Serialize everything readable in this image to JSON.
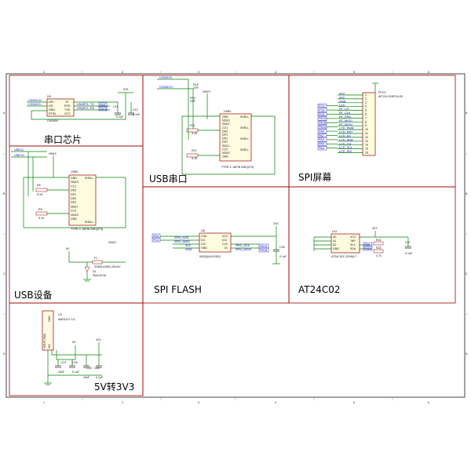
{
  "sections": {
    "serial": "串口芯片",
    "usb_serial": "USB串口",
    "spi_screen": "SPI屏幕",
    "usb_device": "USB设备",
    "spi_flash": "SPI FLASH",
    "at24c02": "AT24C02",
    "power": "5V转3V3"
  },
  "border_marks": {
    "cols": [
      "1",
      "2",
      "3",
      "4",
      "5",
      "6"
    ],
    "rows": [
      "A",
      "B",
      "C",
      "D"
    ]
  },
  "serial_chip": {
    "ref": "U5",
    "part": "CH340N",
    "left_pins": [
      "CH340 D+",
      "CH340 D-",
      "",
      ""
    ],
    "left_pin_names": [
      "UD+",
      "UD-",
      "GND",
      "RTS#"
    ],
    "right_pin_names": [
      "V3",
      "RXD",
      "TXD",
      "VCC"
    ],
    "net_labels": [
      "USART1_TX",
      "USART1_RX"
    ],
    "pins": [
      "PA9",
      "PA10"
    ],
    "cap_ref": "C12",
    "cap_val": "0.1uF",
    "cap2_ref": "C11",
    "power": "3V3"
  },
  "usb_serial": {
    "nets_top": [
      "CH340 D-",
      "CH340 D+"
    ],
    "ref": "USB3",
    "part": "TYPE-C 16PIN 2MD(073)",
    "r_ref1": "R18",
    "r_val1": "22R",
    "r_ref2": "R19",
    "r_val2": "22R",
    "r11": "R11",
    "r11_val": "5.1K",
    "r12": "R12",
    "r12_val": "5.1K",
    "vbus": "VBUS",
    "pin_names": [
      "GND",
      "VBUS",
      "SBU2",
      "CC1",
      "DN2",
      "DP1",
      "DN1",
      "DP2",
      "SBU1",
      "CC2",
      "VBUS",
      "GND"
    ],
    "shell": [
      "SHELL",
      "SHELL",
      "SHELL",
      "SHELL"
    ]
  },
  "spi_screen": {
    "ref": "FPC3",
    "part": "AFC01-S16FCA-00",
    "pin_labels": [
      "3V3",
      "3V3",
      "GND",
      "LED",
      "RT_CS",
      "RT_CLK",
      "RT_PEN",
      "RT_MISO",
      "RT_MOSI",
      "LCD_PWR",
      "LCD_RST",
      "LCD_DC",
      "LCD_SDA",
      "LCD_CS",
      "LCD_SCL",
      "LCD_SDI"
    ],
    "ports": [
      "PC9",
      "PC8",
      "PC6",
      "PB13",
      "PB15",
      "PB14",
      "PA8",
      "PA7",
      "PA6",
      "PA5",
      "PA4"
    ],
    "pin_numbers": [
      "1",
      "2",
      "3",
      "4",
      "5",
      "6",
      "7",
      "8",
      "9",
      "10",
      "11",
      "12",
      "13",
      "14",
      "15",
      "16"
    ]
  },
  "usb_device": {
    "nets": [
      "USB D-",
      "USB D+"
    ],
    "vbus": "VBUS",
    "ref": "USB2",
    "part": "TYPE-C 16PIN 2MD(073)",
    "r8": "R8",
    "r8_val": "5.1K",
    "r9": "R9",
    "r9_val": "5.1K",
    "pin_names": [
      "GND",
      "VBUS",
      "CC1",
      "DN2",
      "DP1",
      "DN1",
      "DP2",
      "SBU1",
      "CC2",
      "VBUS",
      "GND"
    ],
    "shell": [
      "SHELL",
      "SHELL"
    ],
    "fuse_ref": "F1",
    "fuse_part": "SSMD1206S-200-6V",
    "diode_ref": "D1",
    "diode_part": "SMAJ5.0A",
    "power": "5V"
  },
  "spi_flash": {
    "ref": "U8",
    "part": "W25Q64JVSSIQ",
    "ports": [
      "PD4",
      "PC2"
    ],
    "left_nets": [
      "SPI2_NSS",
      "SPI2_MISO",
      "3V3",
      "GND"
    ],
    "left_pins": [
      "CS#",
      "DO",
      "IO2",
      "GND"
    ],
    "right_pins": [
      "VCC",
      "IO3",
      "CLK",
      "DI"
    ],
    "right_nets": [
      "SPI2_SCK",
      "SPI2_MOSI"
    ],
    "right_ports": [
      "PB13",
      "PB15"
    ],
    "cap_ref": "C36",
    "cap_val": "0.1uF",
    "power": "3V3"
  },
  "at24c02": {
    "ref": "U11",
    "part": "AT24C02C-SSHM-T",
    "left_pins": [
      "A0",
      "A1",
      "A2",
      "GND"
    ],
    "right_pins": [
      "VCC",
      "WP",
      "SCL",
      "SDA"
    ],
    "ports": [
      "PB8",
      "PA10"
    ],
    "res": [
      "R22",
      "R23"
    ],
    "res_val": "4.7k",
    "cap_ref": "C37",
    "cap_val": "0.1uF",
    "power": "3V3"
  },
  "power": {
    "ref": "U3",
    "part": "AMS1117-3.3",
    "pins": [
      "GND",
      "VOUT(TAB)",
      "VIN"
    ],
    "in": "5V",
    "out": "3V3",
    "caps": [
      "C27",
      "C25",
      "C26",
      "C28"
    ],
    "cap_vals": [
      "10uF",
      "0.1uF",
      "10uF",
      "0.1uF"
    ]
  }
}
